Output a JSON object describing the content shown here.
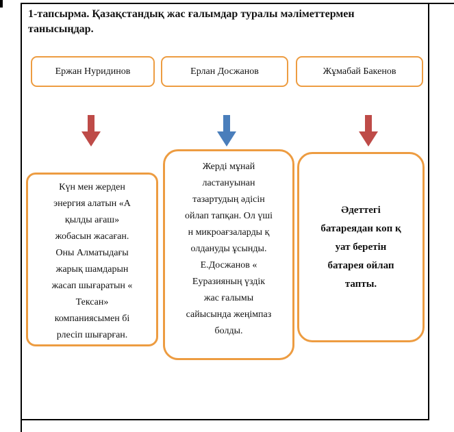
{
  "title": "1-тапсырма.  Қазақстандық жас ғалымдар туралы мәліметтермен\nтанысыңдар.",
  "colors": {
    "box_border": "#ED9C41",
    "arrow_red": "#BE4B48",
    "arrow_blue": "#4A7EBB"
  },
  "scientists": [
    {
      "name": "Ержан Нуридинов",
      "arrow_color": "red",
      "description": "Күн мен жерден\nэнергия алатын «А\nқылды ағаш»\nжобасын жасаған.\nОны Алматыдағы\nжарық шамдарын\nжасап шығаратын «\nТексан»\nкомпаниясымен бі\nрлесіп шығарған."
    },
    {
      "name": "Ерлан Досжанов",
      "arrow_color": "blue",
      "description": "Жерді мұнай\nластануынан\nтазартудың әдісін\nойлап тапқан. Ол үші\nн микроағзаларды қ\nолдануды ұсынды.\nЕ.Досжанов «\nЕуразияның үздік\nжас  ғалымы\nсайысында  жеңімпаз\nболды."
    },
    {
      "name": "Жұмабай Бакенов",
      "arrow_color": "red",
      "description": "Әдеттегі\nбатареядан коп қ\nуат беретін\nбатарея ойлап\nтапты."
    }
  ]
}
